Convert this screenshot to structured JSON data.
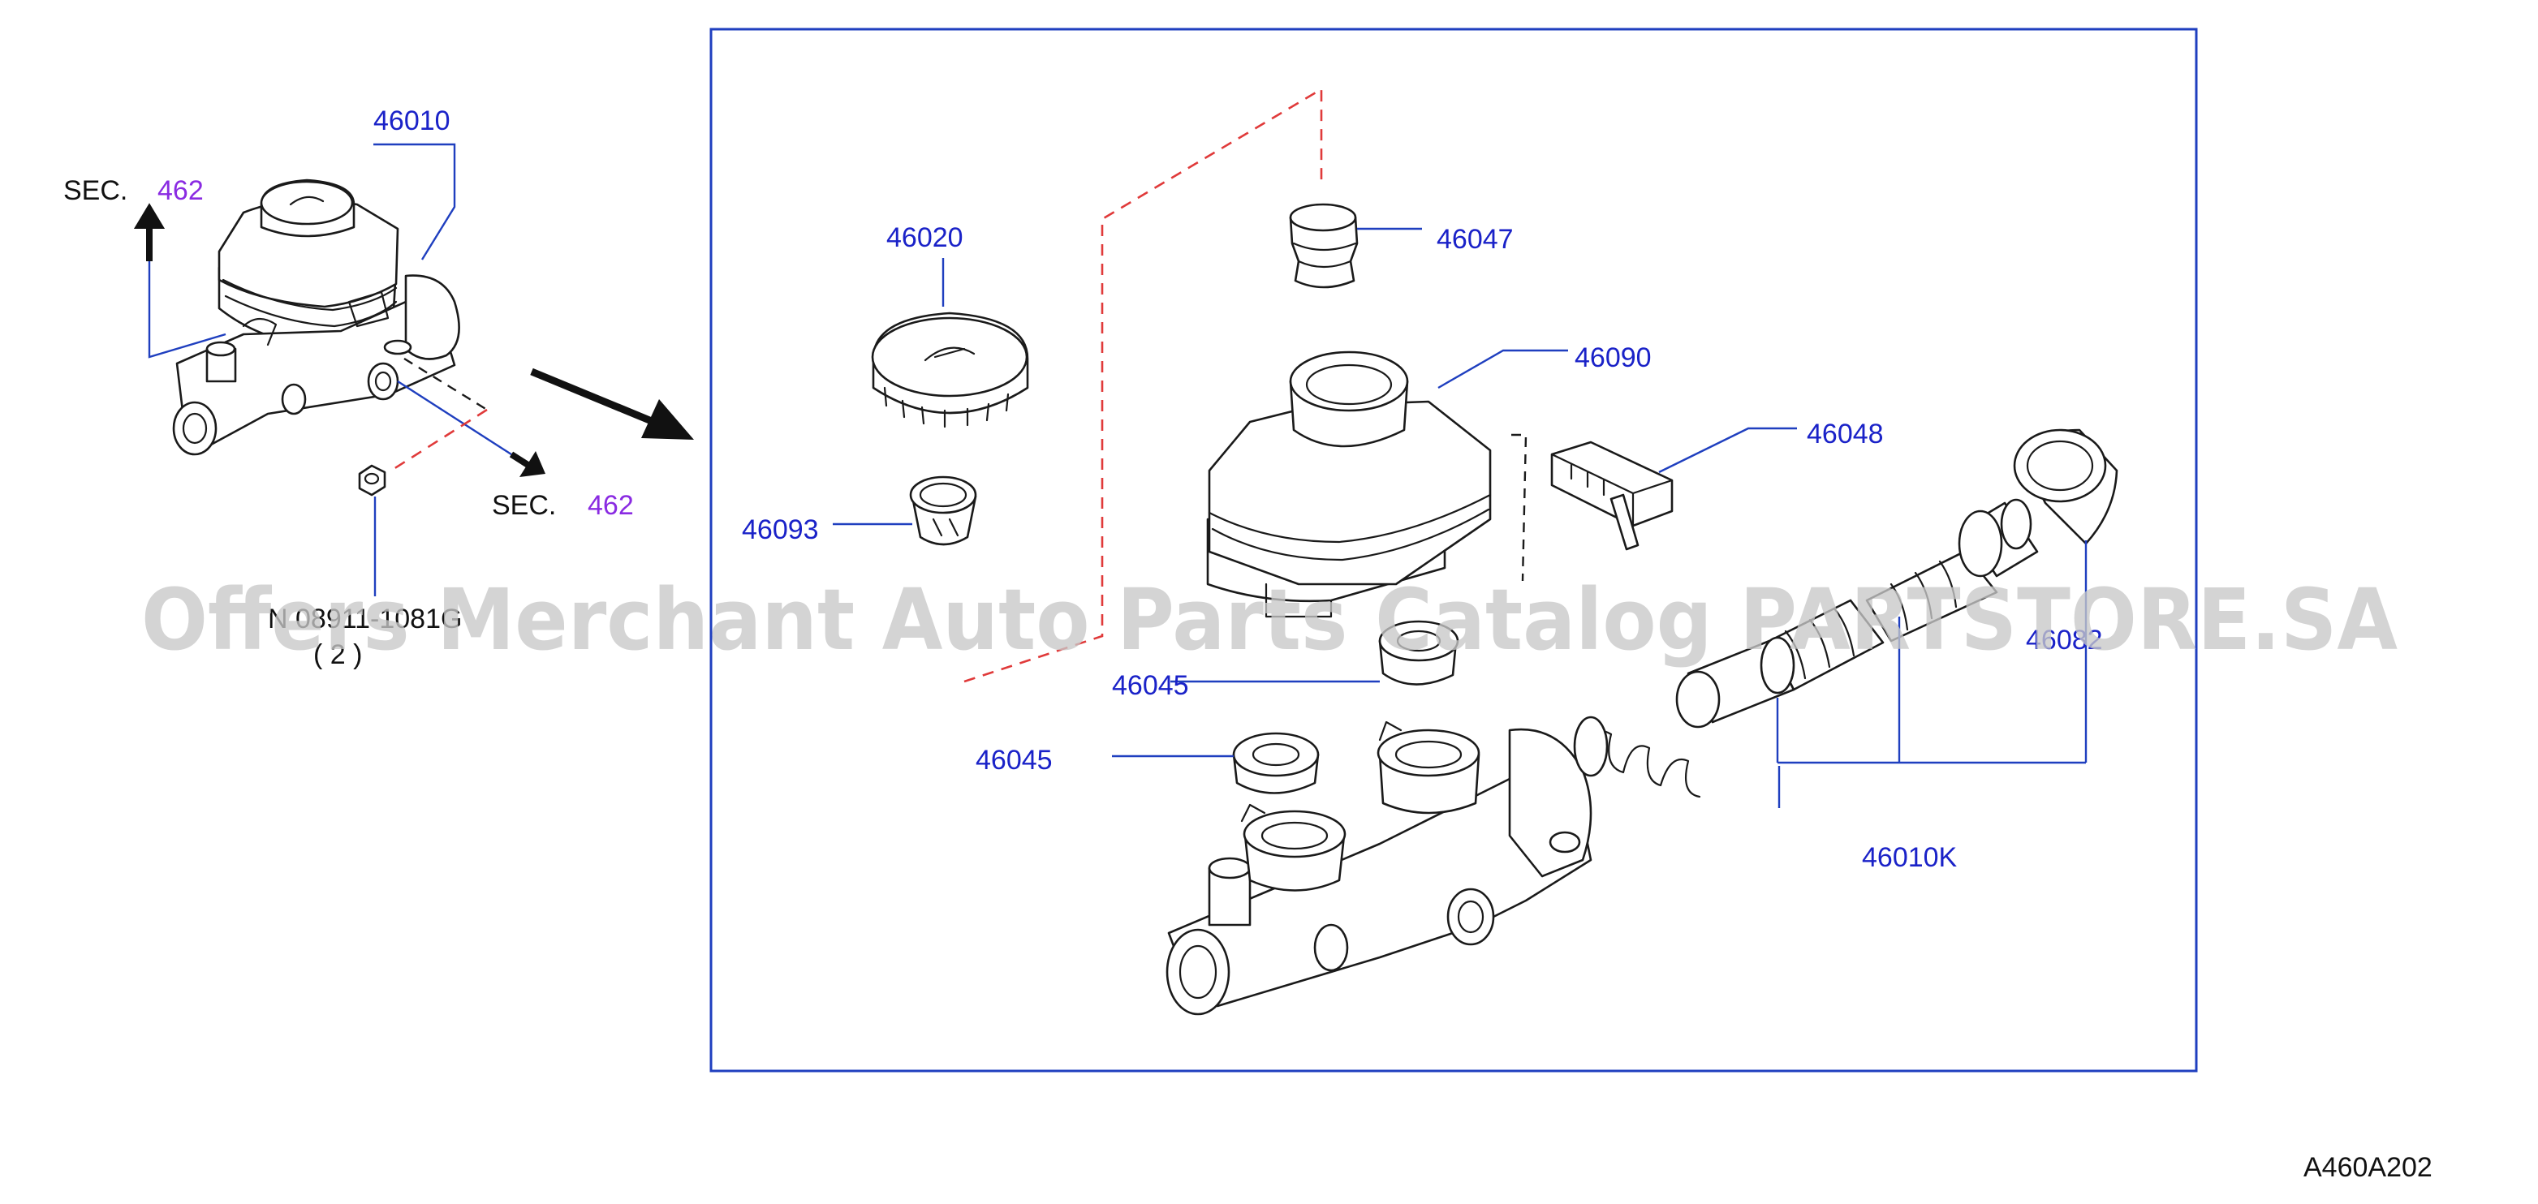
{
  "labels": {
    "p46010": "46010",
    "sec_top": "SEC.",
    "sec_top_num": "462",
    "sec_mid": "SEC.",
    "sec_mid_num": "462",
    "nut_partno": "N 08911-1081G",
    "nut_qty": "( 2 )",
    "p46020": "46020",
    "p46047": "46047",
    "p46090": "46090",
    "p46048": "46048",
    "p46093": "46093",
    "p46045_a": "46045",
    "p46045_b": "46045",
    "p46082": "46082",
    "p46010k": "46010K",
    "diagram_code": "A460A202"
  },
  "watermark": "Offers Merchant Auto Parts Catalog PARTSTORE.SA",
  "colors": {
    "part_number": "#1a22c8",
    "section_ref": "#8a2be2",
    "leader_line": "#1f3fbf",
    "detail_frame": "#1f3fbf",
    "dashed_link": "#e03a3a",
    "outline": "#1a1a1a"
  }
}
